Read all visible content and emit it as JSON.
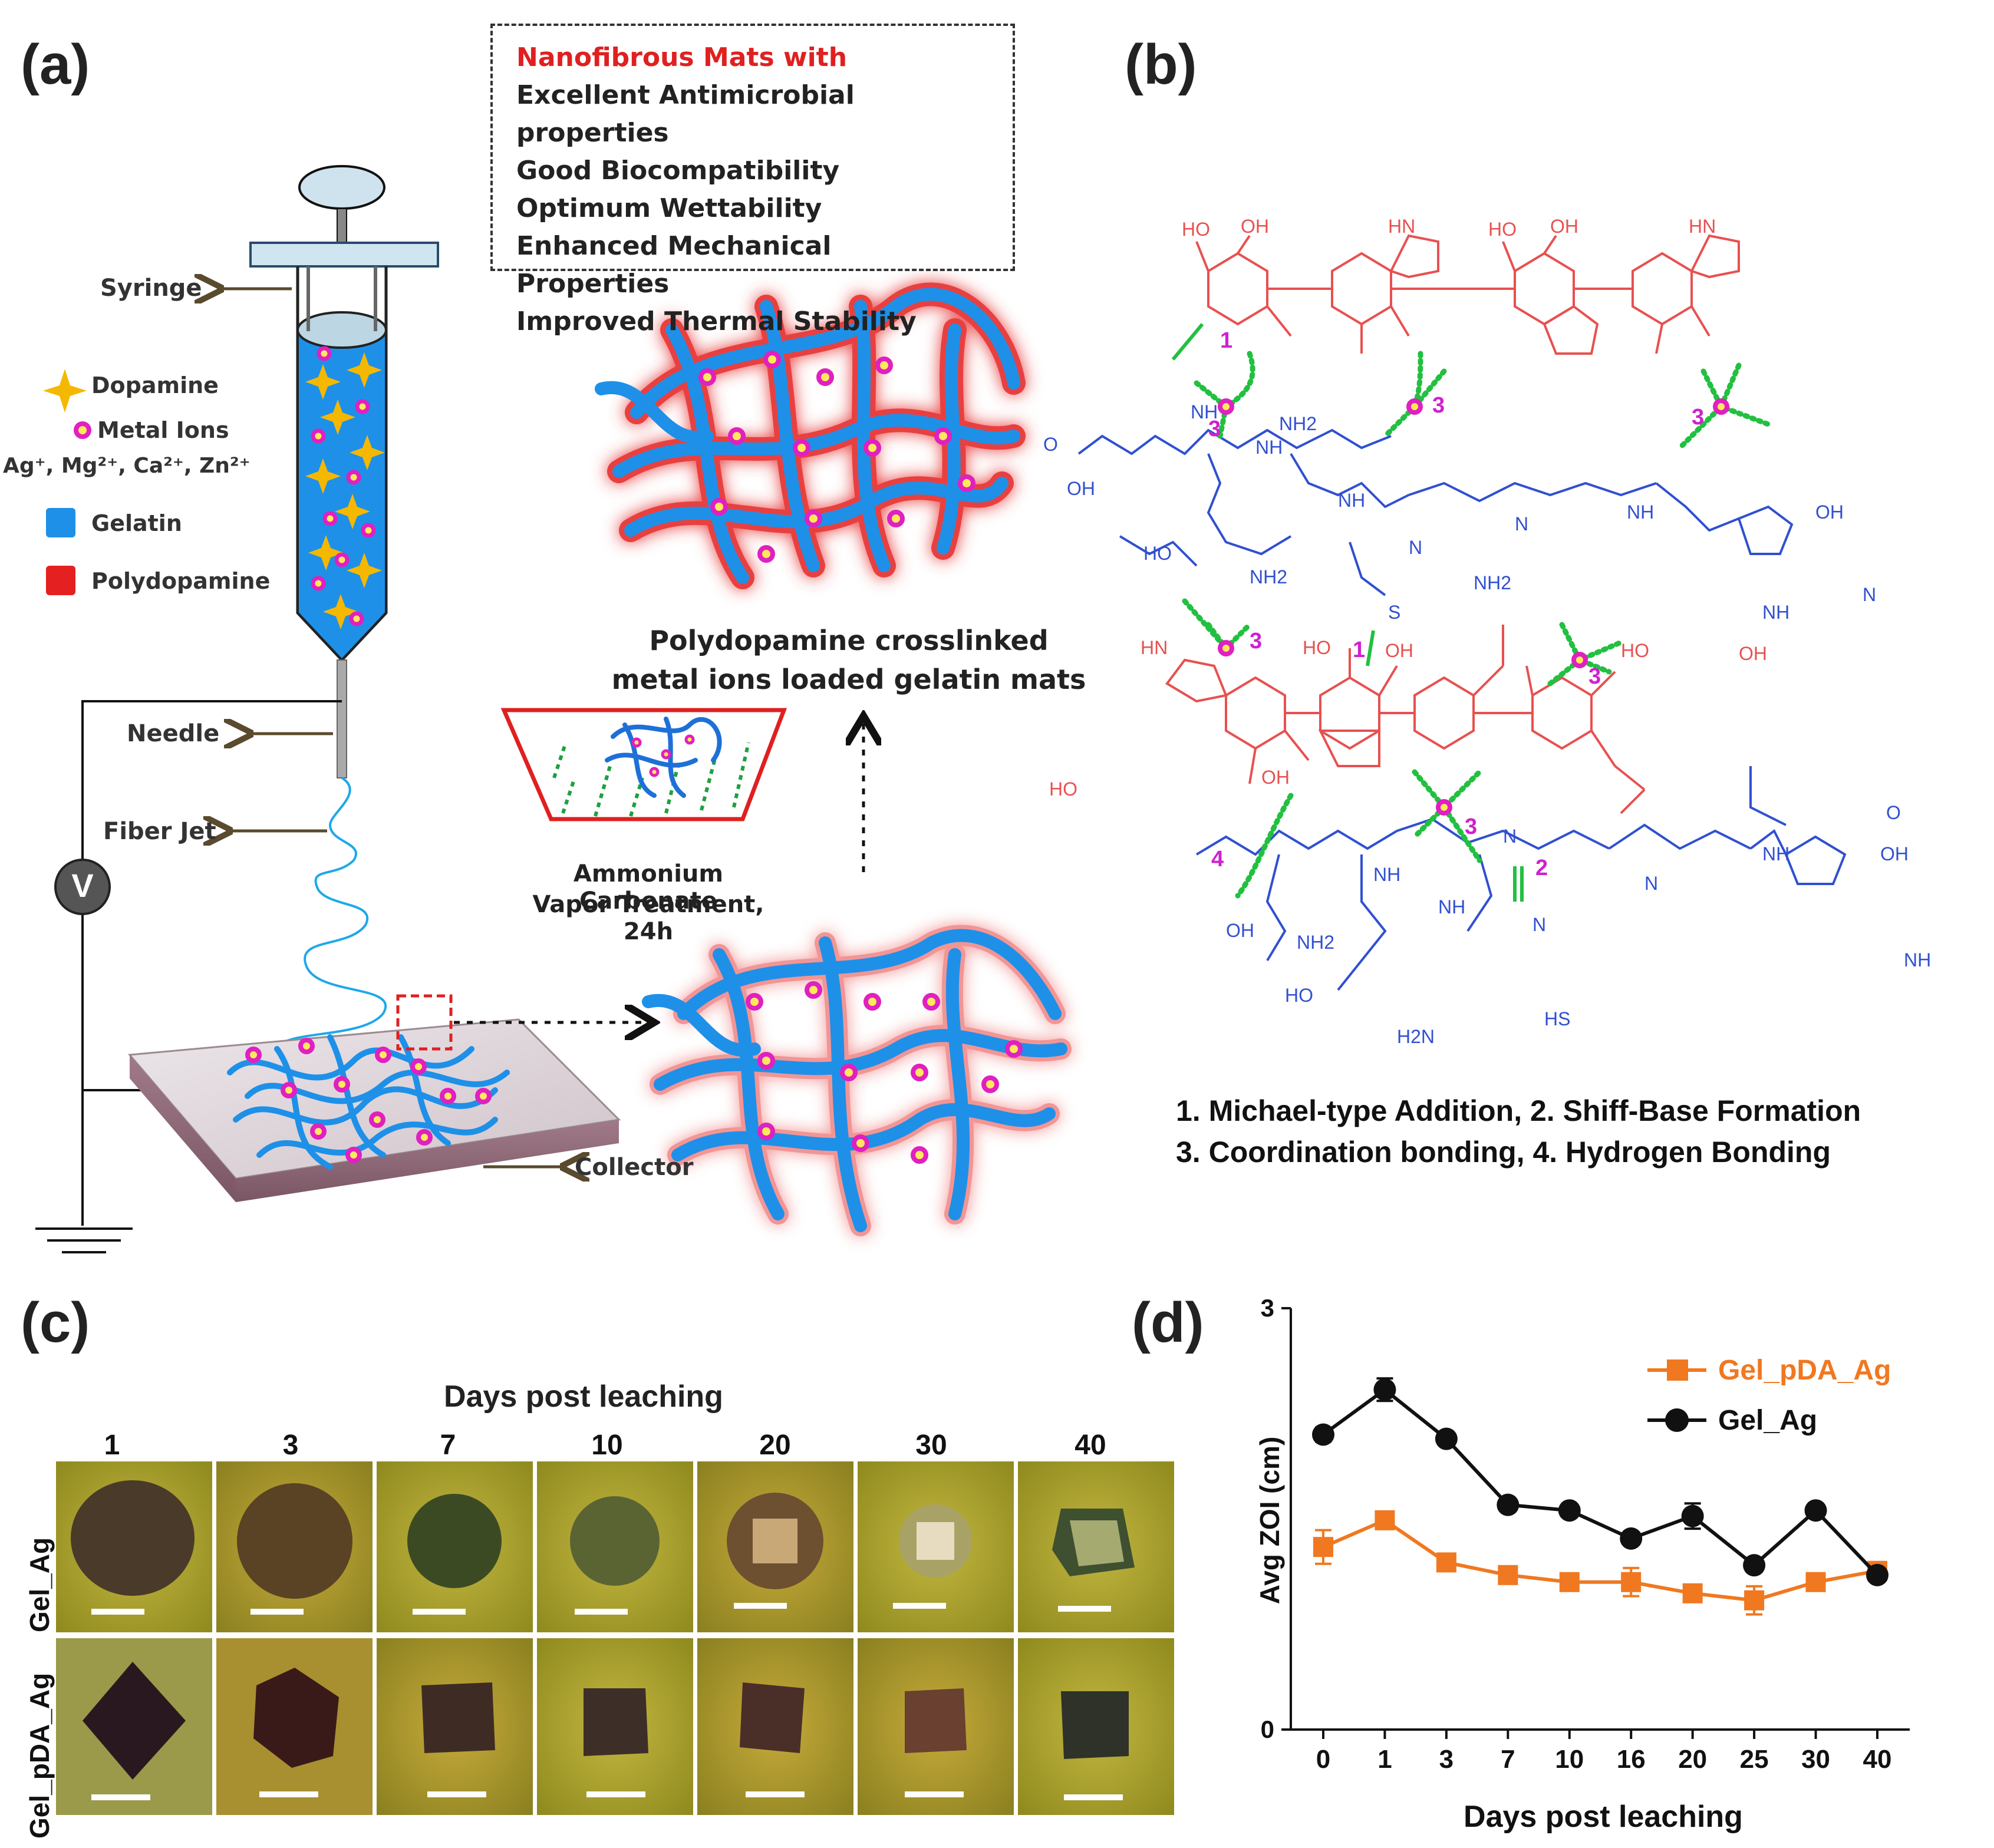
{
  "panels": {
    "a": "(a)",
    "b": "(b)",
    "c": "(c)",
    "d": "(d)"
  },
  "panel_a": {
    "syringe": "Syringe",
    "needle": "Needle",
    "fiber_jet": "Fiber Jet",
    "collector": "Collector",
    "voltage": "V",
    "legend": {
      "dopamine": "Dopamine",
      "metal_ions": "Metal Ions",
      "metal_ions_list": "Ag⁺, Mg²⁺, Ca²⁺, Zn²⁺",
      "gelatin": "Gelatin",
      "polydopamine": "Polydopamine"
    },
    "properties_header": "Nanofibrous Mats with",
    "properties": [
      "Excellent Antimicrobial properties",
      "Good Biocompatibility",
      "Optimum Wettability",
      "Enhanced Mechanical Properties",
      "Improved Thermal Stability"
    ],
    "crosslinked_caption_1": "Polydopamine crosslinked",
    "crosslinked_caption_2": "metal ions loaded gelatin mats",
    "treatment_1": "Ammonium Carbonate",
    "treatment_2": "Vapor Treatment, 24h",
    "colors": {
      "gelatin": "#1e90e8",
      "polydopamine": "#e52020",
      "dopamine": "#f5b800",
      "metal": "#e020c0"
    }
  },
  "panel_b": {
    "reactions_1": "1. Michael-type Addition, 2. Shiff-Base Formation",
    "reactions_2": "3. Coordination bonding, 4. Hydrogen Bonding",
    "labels": {
      "ho": "HO",
      "oh": "OH",
      "hn": "HN",
      "nh": "NH",
      "nh2": "NH2",
      "n": "N",
      "s": "S",
      "o": "O",
      "hs": "HS",
      "h2n": "H2N",
      "n1": "1",
      "n2": "2",
      "n3": "3",
      "n4": "4"
    }
  },
  "panel_c": {
    "title": "Days post leaching",
    "days": [
      "1",
      "3",
      "7",
      "10",
      "20",
      "30",
      "40"
    ],
    "rows": [
      "Gel_Ag",
      "Gel_pDA_Ag"
    ]
  },
  "chart_data": {
    "type": "line",
    "xlabel": "Days post leaching",
    "ylabel": "Avg ZOI (cm)",
    "ylim": [
      0,
      3
    ],
    "yticks": [
      "0",
      "3"
    ],
    "categories": [
      "0",
      "1",
      "3",
      "7",
      "10",
      "16",
      "20",
      "25",
      "30",
      "40"
    ],
    "series": [
      {
        "name": "Gel_pDA_Ag",
        "color": "#f07820",
        "marker": "square",
        "values": [
          1.3,
          1.49,
          1.19,
          1.1,
          1.05,
          1.05,
          0.97,
          0.92,
          1.05,
          1.13
        ],
        "errors": [
          0.12,
          0.05,
          0.04,
          0.04,
          0.03,
          0.1,
          0.03,
          0.1,
          0.04,
          0.04
        ]
      },
      {
        "name": "Gel_Ag",
        "color": "#111111",
        "marker": "circle",
        "values": [
          2.1,
          2.42,
          2.07,
          1.6,
          1.56,
          1.36,
          1.52,
          1.17,
          1.56,
          1.1
        ],
        "errors": [
          0.05,
          0.08,
          0.04,
          0.03,
          0.04,
          0.04,
          0.09,
          0.04,
          0.03,
          0.03
        ]
      }
    ],
    "legend_position": "top-right"
  }
}
